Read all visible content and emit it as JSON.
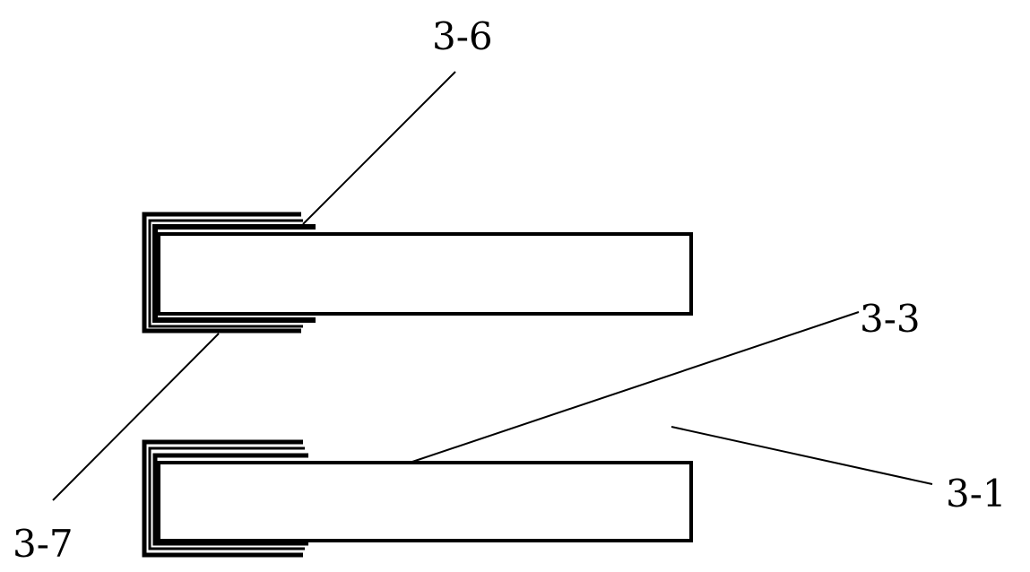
{
  "labels": {
    "l36": "3-6",
    "l33": "3-3",
    "l31": "3-1",
    "l37": "3-7"
  },
  "colors": {
    "stroke": "#000000",
    "background": "#ffffff"
  }
}
